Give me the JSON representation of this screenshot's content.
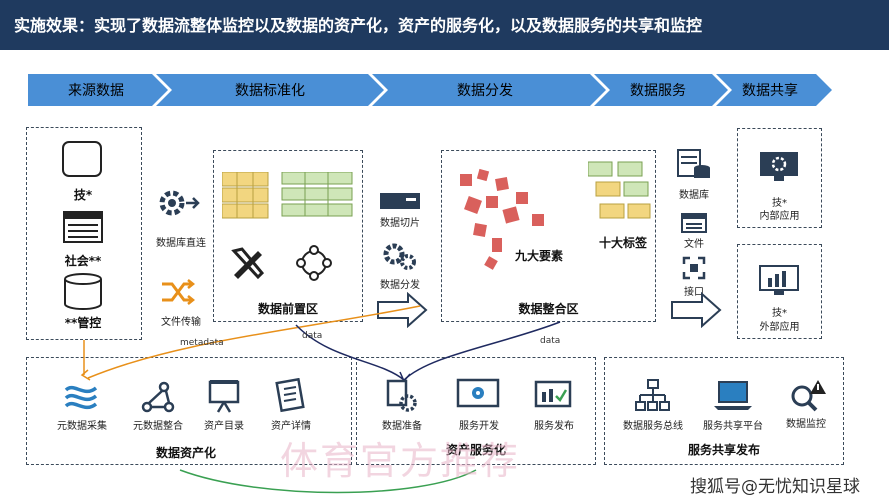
{
  "title": "实施效果：实现了数据流整体监控以及数据的资产化，资产的服务化，以及数据服务的共享和监控",
  "stages": [
    "来源数据",
    "数据标准化",
    "数据分发",
    "数据服务",
    "数据共享"
  ],
  "source": {
    "items": [
      "技*",
      "社会**",
      "**管控"
    ]
  },
  "ingest": {
    "db_direct": "数据库直连",
    "file_transfer": "文件传输"
  },
  "front_zone": {
    "title": "数据前置区"
  },
  "distribution": {
    "slice": "数据切片",
    "distribute": "数据分发"
  },
  "integration": {
    "title": "数据整合区",
    "nine": "九大要素",
    "ten": "十大标签"
  },
  "service_types": {
    "db": "数据库",
    "file": "文件",
    "api": "接口"
  },
  "share": {
    "internal": "技*\n内部应用",
    "external": "技*\n外部应用",
    "internal_l1": "技*",
    "internal_l2": "内部应用",
    "external_l1": "技*",
    "external_l2": "外部应用"
  },
  "flows": {
    "metadata": "metadata",
    "data1": "data",
    "data2": "data"
  },
  "asset": {
    "title": "数据资产化",
    "items": [
      "元数据采集",
      "元数据整合",
      "资产目录",
      "资产详情"
    ]
  },
  "asset_service": {
    "title": "资产服务化",
    "items": [
      "数据准备",
      "服务开发",
      "服务发布"
    ]
  },
  "share_pub": {
    "title": "服务共享发布",
    "items": [
      "数据服务总线",
      "服务共享平台",
      "数据监控"
    ]
  },
  "watermark": "体育官方推荐",
  "watermark2": "搜狐号@无忧知识星球"
}
